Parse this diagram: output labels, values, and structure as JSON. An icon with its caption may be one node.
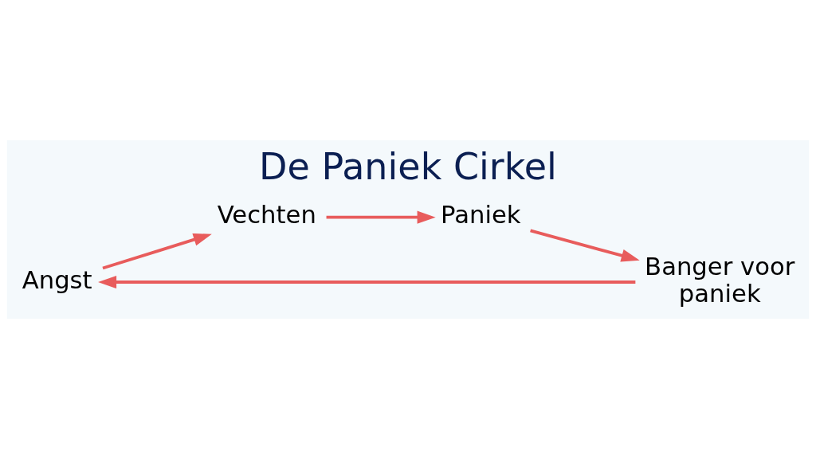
{
  "diagram": {
    "title": "De Paniek Cirkel",
    "nodes": [
      {
        "text": [
          "Angst"
        ]
      },
      {
        "text": [
          "Vechten"
        ]
      },
      {
        "text": [
          "Paniek"
        ]
      },
      {
        "text": [
          "Banger voor paniek"
        ]
      }
    ],
    "edges": [
      {
        "from": 3,
        "to": 0,
        "arrow": "to"
      },
      {
        "from": 0,
        "to": 1,
        "arrow": "to"
      },
      {
        "from": 1,
        "to": 2,
        "arrow": "to"
      },
      {
        "from": 2,
        "to": 3,
        "arrow": "to"
      }
    ]
  }
}
